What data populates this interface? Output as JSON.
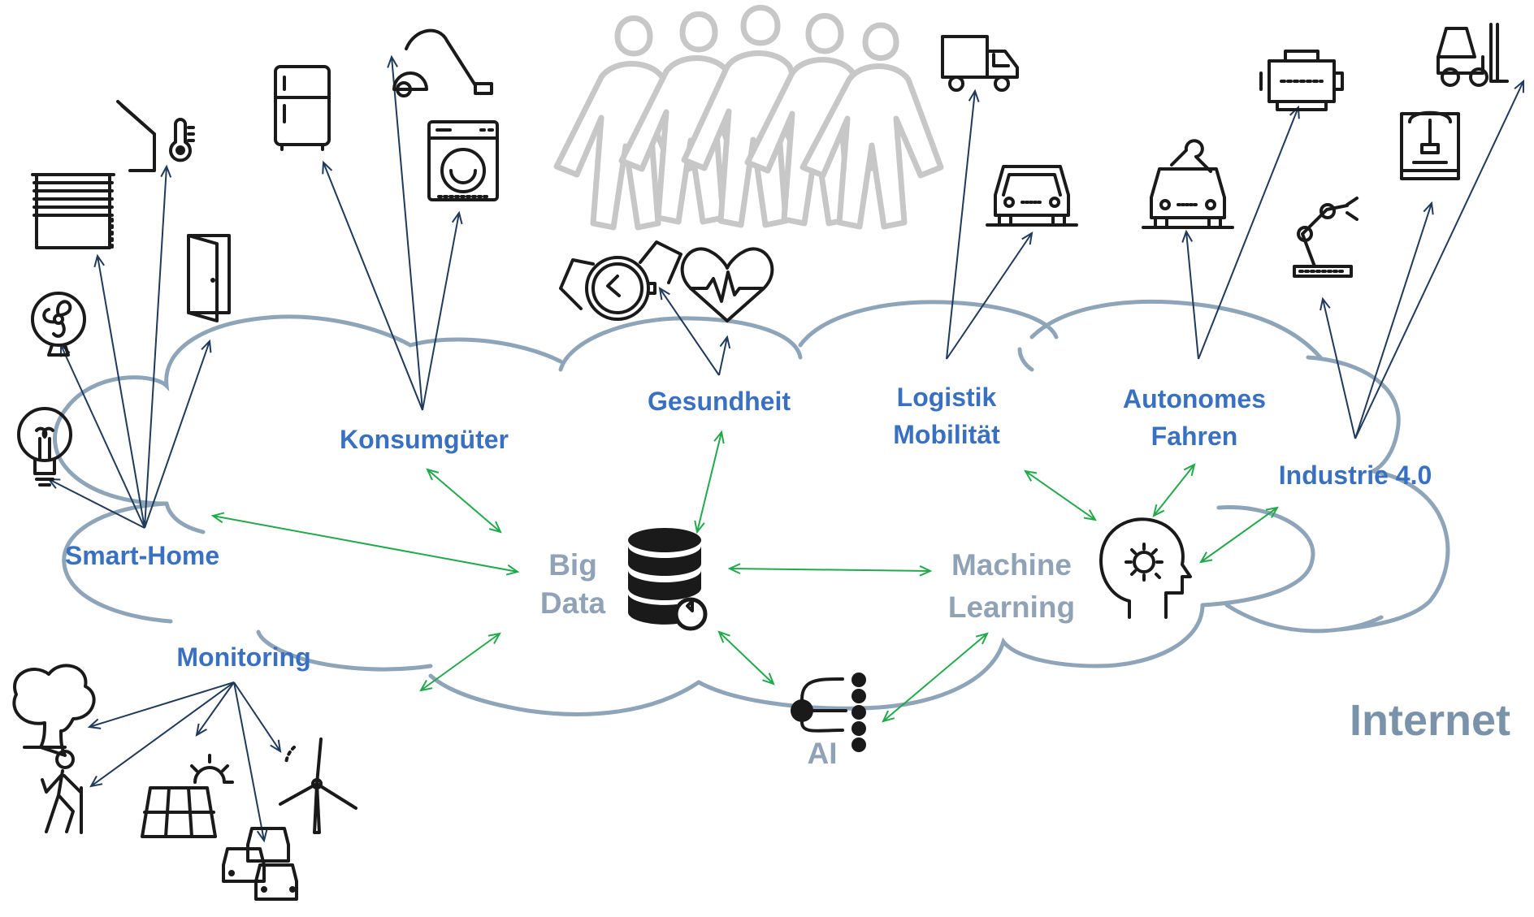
{
  "labels": {
    "smart_home": "Smart-Home",
    "konsumgueter": "Konsumgüter",
    "gesundheit": "Gesundheit",
    "logistik_1": "Logistik",
    "logistik_2": "Mobilität",
    "autonomes_1": "Autonomes",
    "autonomes_2": "Fahren",
    "industrie": "Industrie 4.0",
    "monitoring": "Monitoring",
    "big_data_1": "Big",
    "big_data_2": "Data",
    "ml_1": "Machine",
    "ml_2": "Learning",
    "ai": "AI",
    "internet": "Internet"
  },
  "colors": {
    "category_label": "#3A70C2",
    "core_label": "#8FA2B6",
    "internet_label": "#7A93AA",
    "cloud_outline": "#8EA4B8",
    "connection_dark": "#203A5C",
    "connection_green": "#22A94B",
    "people_outline": "#C7C7C7"
  },
  "icons": [
    "lightbulb-icon",
    "fan-icon",
    "window-blinds-icon",
    "house-roof-icon",
    "thermometer-icon",
    "door-icon",
    "fridge-icon",
    "vacuum-cleaner-icon",
    "washing-machine-icon",
    "people-group-icon",
    "smartwatch-icon",
    "heart-rate-icon",
    "truck-icon",
    "car-icon",
    "car-repair-icon",
    "engine-icon",
    "forklift-icon",
    "3d-printer-icon",
    "robot-arm-icon",
    "database-icon",
    "brain-gear-icon",
    "neural-network-icon",
    "tree-icon",
    "hiker-icon",
    "solar-panel-icon",
    "wind-turbine-icon",
    "traffic-icon"
  ]
}
